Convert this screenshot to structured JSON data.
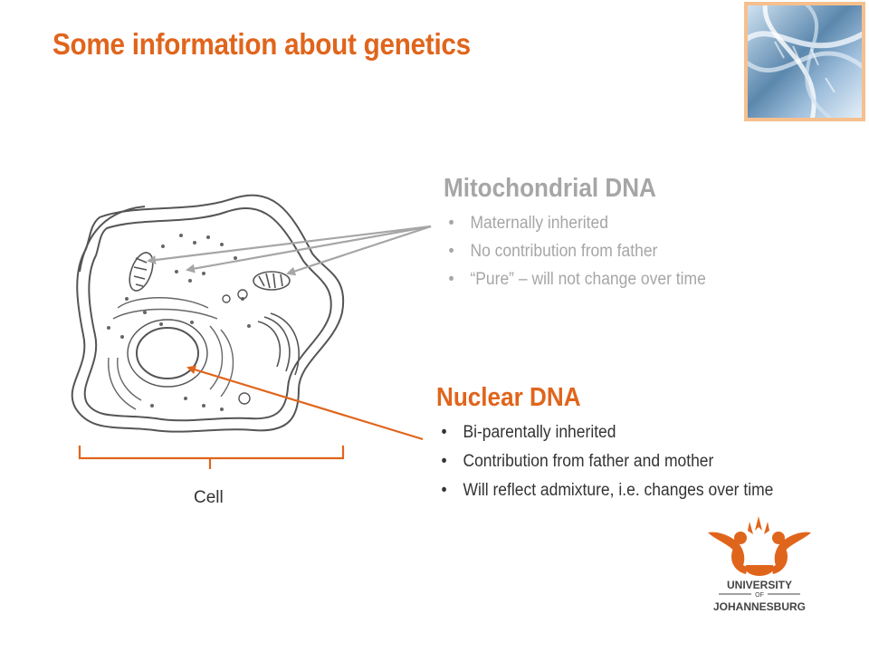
{
  "slide": {
    "title": "Some information about genetics"
  },
  "mitochondrial": {
    "heading": "Mitochondrial DNA",
    "points": [
      "Maternally inherited",
      "No contribution from father",
      "“Pure” – will not change over time"
    ]
  },
  "nuclear": {
    "heading": "Nuclear DNA",
    "points": [
      "Bi-parentally inherited",
      "Contribution from father and mother",
      "Will reflect admixture, i.e. changes over time"
    ]
  },
  "diagram": {
    "cell_label": "Cell"
  },
  "logo": {
    "line1": "UNIVERSITY",
    "line2": "OF",
    "line3": "JOHANNESBURG"
  },
  "colors": {
    "accent": "#e0651c",
    "muted": "#a6a6a6",
    "body_text": "#333333"
  }
}
